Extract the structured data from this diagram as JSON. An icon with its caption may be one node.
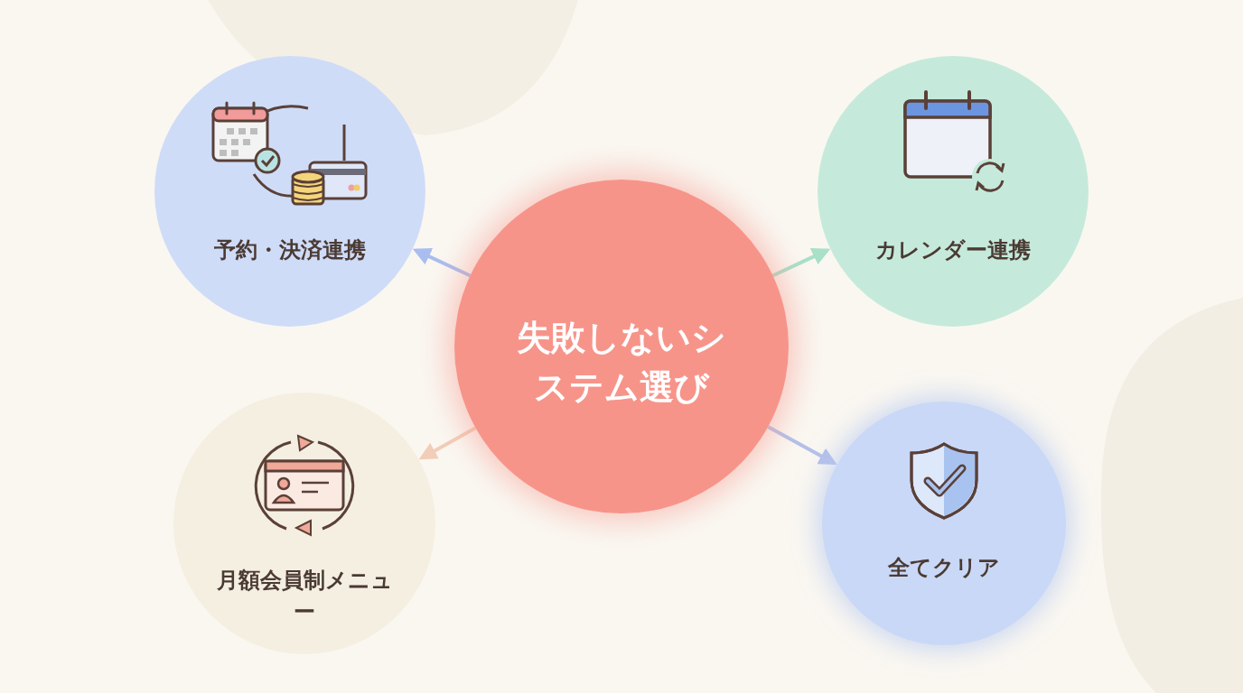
{
  "diagram": {
    "nodes": [
      {
        "text": [
          "失敗しないシステム選び"
        ]
      },
      {
        "text": [
          "予約・決済連携"
        ]
      },
      {
        "text": [
          "カレンダー連携"
        ]
      },
      {
        "text": [
          "月額会員制メニュー"
        ]
      },
      {
        "text": [
          "全てクリア"
        ]
      }
    ],
    "edges": [
      {
        "from": 0,
        "to": 1,
        "arrow": "to",
        "color": "#a9bdf0"
      },
      {
        "from": 0,
        "to": 2,
        "arrow": "to",
        "color": "#a8e0c8"
      },
      {
        "from": 0,
        "to": 3,
        "arrow": "to",
        "color": "#f2cdb8"
      },
      {
        "from": 0,
        "to": 4,
        "arrow": "to",
        "color": "#b4c0ea"
      }
    ]
  }
}
